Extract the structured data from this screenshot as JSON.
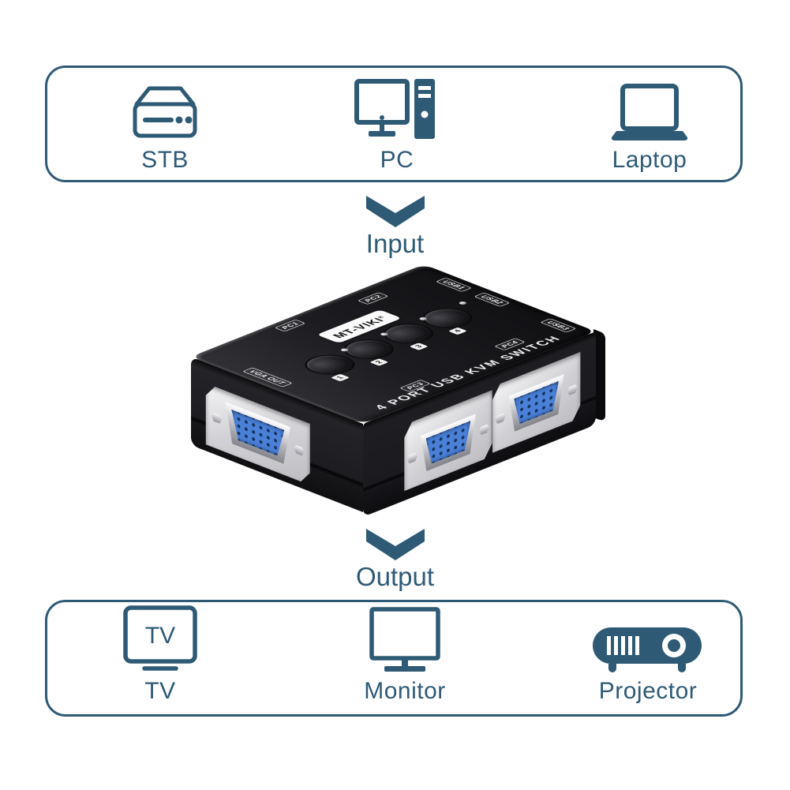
{
  "colors": {
    "accent": "#2e5a75",
    "device_black": "#17171a",
    "vga_blue": "#4a80d8",
    "panel_silver": "#d6d6da",
    "print_white": "#f5f5f5"
  },
  "input_section": {
    "arrow_label": "Input",
    "devices": [
      {
        "label": "STB",
        "icon": "stb-icon"
      },
      {
        "label": "PC",
        "icon": "desktop-pc-icon"
      },
      {
        "label": "Laptop",
        "icon": "laptop-icon"
      }
    ]
  },
  "output_section": {
    "arrow_label": "Output",
    "devices": [
      {
        "label": "TV",
        "icon": "tv-icon",
        "icon_text": "TV"
      },
      {
        "label": "Monitor",
        "icon": "monitor-icon"
      },
      {
        "label": "Projector",
        "icon": "projector-icon"
      }
    ]
  },
  "kvm_device": {
    "brand": "MT-VIKI",
    "brand_mark": "®",
    "product_title": "4 PORT USB KVM SWITCH",
    "selector_buttons": [
      "1",
      "2",
      "3",
      "4"
    ],
    "port_labels": {
      "back": [
        "PC1",
        "PC2"
      ],
      "right": [
        "USB1",
        "USB2",
        "USB3"
      ],
      "front": [
        "PC3",
        "PC4"
      ],
      "left": [
        "VGA OUT"
      ]
    }
  }
}
